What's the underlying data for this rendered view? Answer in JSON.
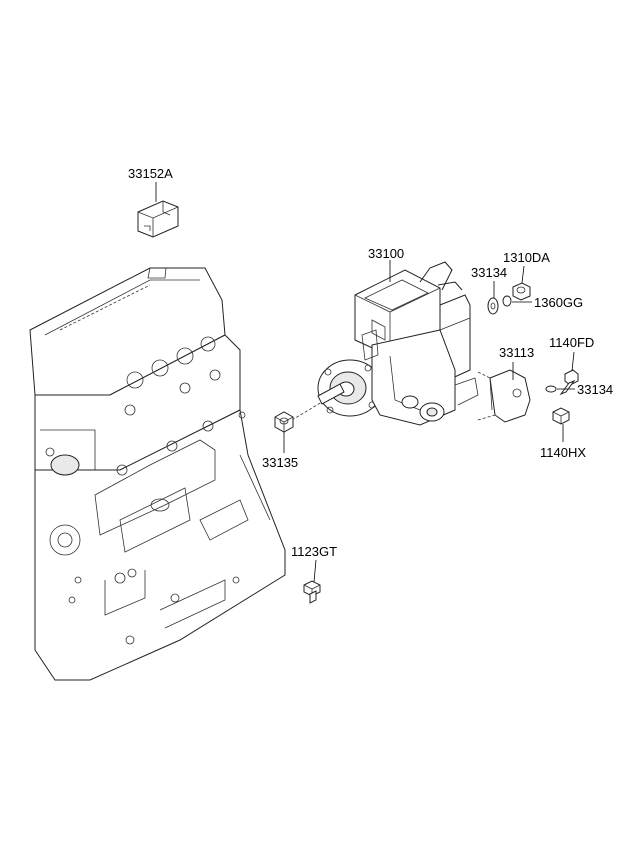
{
  "parts": {
    "p33152A": "33152A",
    "p33100": "33100",
    "p33134a": "33134",
    "p1310DA": "1310DA",
    "p1360GG": "1360GG",
    "p33113": "33113",
    "p1140FD": "1140FD",
    "p33134b": "33134",
    "p1140HX": "1140HX",
    "p33135": "33135",
    "p1123GT": "1123GT"
  }
}
